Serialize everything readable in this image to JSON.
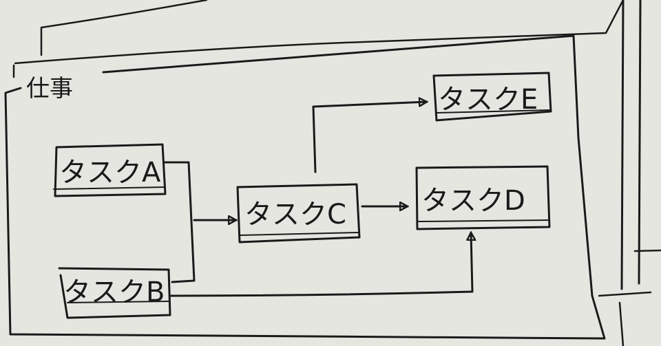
{
  "group": {
    "label": "仕事"
  },
  "tasks": {
    "a": "タスクA",
    "b": "タスクB",
    "c": "タスクC",
    "d": "タスクD",
    "e": "タスクE"
  },
  "colors": {
    "paper": "#e6e6e1",
    "ink": "#1a1a1a"
  }
}
